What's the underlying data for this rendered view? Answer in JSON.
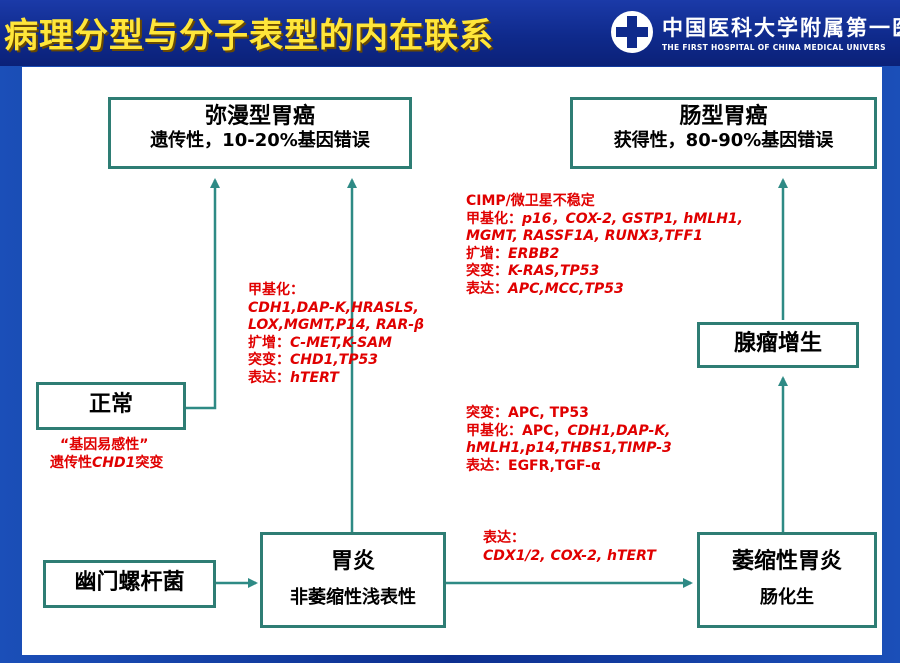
{
  "title": "病理分型与分子表型的内在联系",
  "logo": {
    "cn": "中国医科大学附属第一医",
    "en": "THE FIRST HOSPITAL OF CHINA MEDICAL UNIVERS",
    "icon": "cross-logo-icon"
  },
  "boxes": {
    "diffuse": {
      "title": "弥漫型胃癌",
      "sub": "遗传性，10-20%基因错误"
    },
    "intestinal": {
      "title": "肠型胃癌",
      "sub": "获得性，80-90%基因错误"
    },
    "adenoma": {
      "title": "腺瘤增生"
    },
    "normal": {
      "title": "正常"
    },
    "hp": {
      "title": "幽门螺杆菌"
    },
    "gastritis": {
      "title": "胃炎",
      "sub": "非萎缩性浅表性"
    },
    "atrophic": {
      "title": "萎缩性胃炎",
      "sub": "肠化生"
    }
  },
  "notes": {
    "normal": {
      "line1": "“基因易感性”",
      "line2_prefix": "遗传性",
      "line2_gene": "CHD1",
      "line2_suffix": "突变"
    },
    "diffuse_path": {
      "k1": "甲基化：",
      "v1a": "CDH1,DAP-K,HRASLS,",
      "v1b": "LOX,MGMT,P14, RAR-β",
      "k2": "扩增：",
      "v2": "C-MET,K-SAM",
      "k3": "突变：",
      "v3": "CHD1,TP53",
      "k4": "表达：",
      "v4": "hTERT"
    },
    "intestinal_path": {
      "head": "CIMP/微卫星不稳定",
      "k1": "甲基化：",
      "v1a": "p16，COX-2, GSTP1, hMLH1,",
      "v1b": "MGMT, RASSF1A, RUNX3,TFF1",
      "k2": "扩增：",
      "v2": "ERBB2",
      "k3": "突变：",
      "v3": "K-RAS,TP53",
      "k4": "表达：",
      "v4": "APC,MCC,TP53"
    },
    "atrophic_path": {
      "k1": "突变：",
      "v1": "APC, TP53",
      "k2": "甲基化：",
      "v2a": "APC，",
      "v2b": "CDH1,DAP-K,",
      "v2c": "hMLH1,p14,THBS1,TIMP-3",
      "k3": "表达：",
      "v3": "EGFR,TGF-α"
    },
    "gastritis_path": {
      "k1": "表达：",
      "v1": "CDX1/2, COX-2, hTERT"
    }
  },
  "colors": {
    "box_border": "#2e7d74",
    "arrow": "#2e8a85",
    "note": "#e00000",
    "title": "#ffe63a"
  }
}
